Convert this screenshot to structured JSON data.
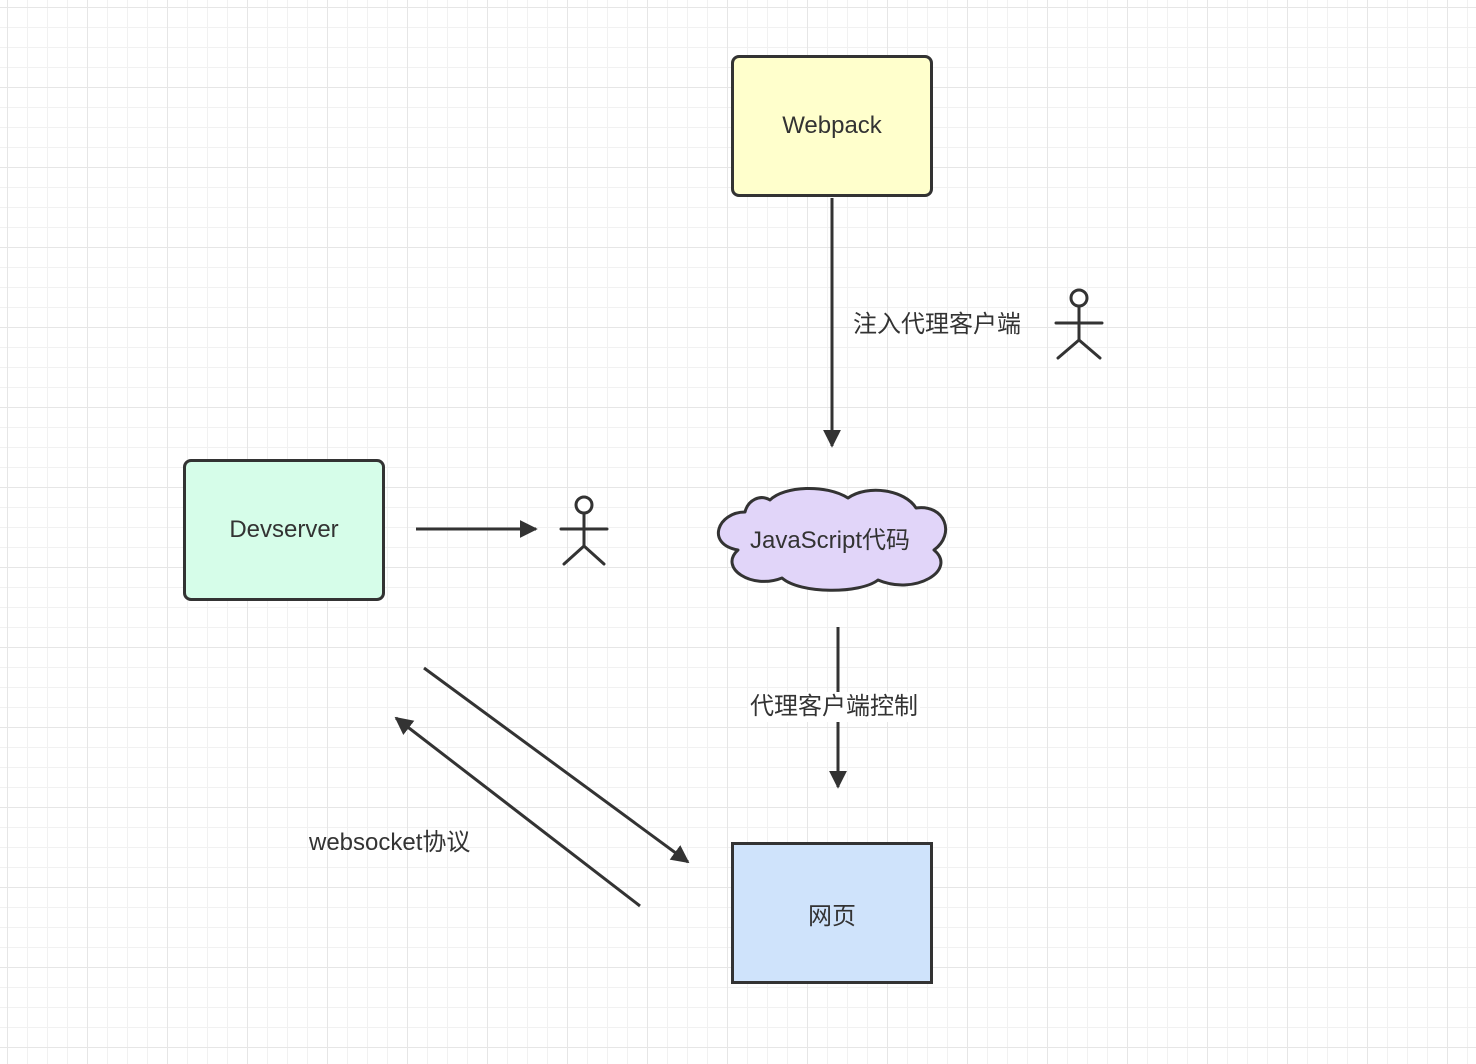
{
  "nodes": {
    "webpack": {
      "label": "Webpack",
      "fill": "#ffffcc"
    },
    "devserver": {
      "label": "Devserver",
      "fill": "#d6fde9"
    },
    "javascript": {
      "label": "JavaScript代码",
      "fill": "#e1d5f9"
    },
    "webpage": {
      "label": "网页",
      "fill": "#cfe3fb"
    }
  },
  "edges": {
    "inject": {
      "label": "注入代理客户端"
    },
    "proxy_control": {
      "label": "代理客户端控制"
    },
    "websocket": {
      "label": "websocket协议"
    }
  },
  "actors": [
    "actor-icon",
    "actor-icon"
  ],
  "colors": {
    "stroke": "#333333",
    "grid_major": "#e6e6e6",
    "grid_minor": "#f1f1f1"
  }
}
